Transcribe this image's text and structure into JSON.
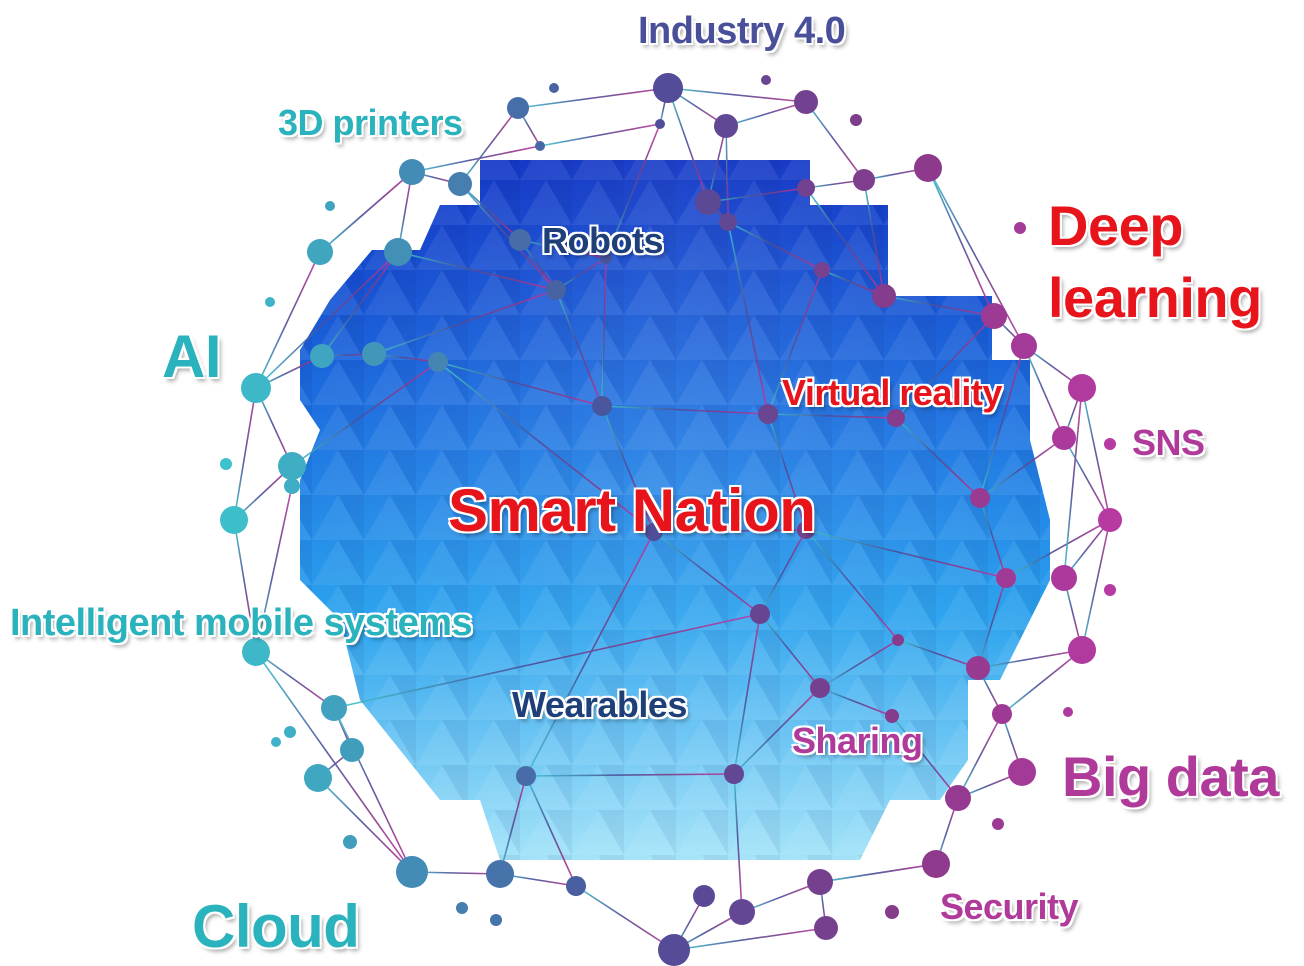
{
  "labels": {
    "industry": "Industry 4.0",
    "printers": "3D printers",
    "deep_line1": "Deep",
    "deep_line2": "learning",
    "ai": "AI",
    "robots": "Robots",
    "vr": "Virtual reality",
    "sns": "SNS",
    "smart_nation": "Smart Nation",
    "mobile": "Intelligent mobile systems",
    "wearables": "Wearables",
    "sharing": "Sharing",
    "big_data": "Big data",
    "cloud": "Cloud",
    "security": "Security"
  },
  "colors": {
    "teal": "#2bb3bd",
    "navy": "#3f4d8f",
    "dark_blue_text": "#1e3f78",
    "red": "#e8141b",
    "magenta": "#b03a9a",
    "hex_dark": "#0a2fc4",
    "hex_mid": "#1f86ea",
    "hex_light": "#8fdcf7"
  }
}
